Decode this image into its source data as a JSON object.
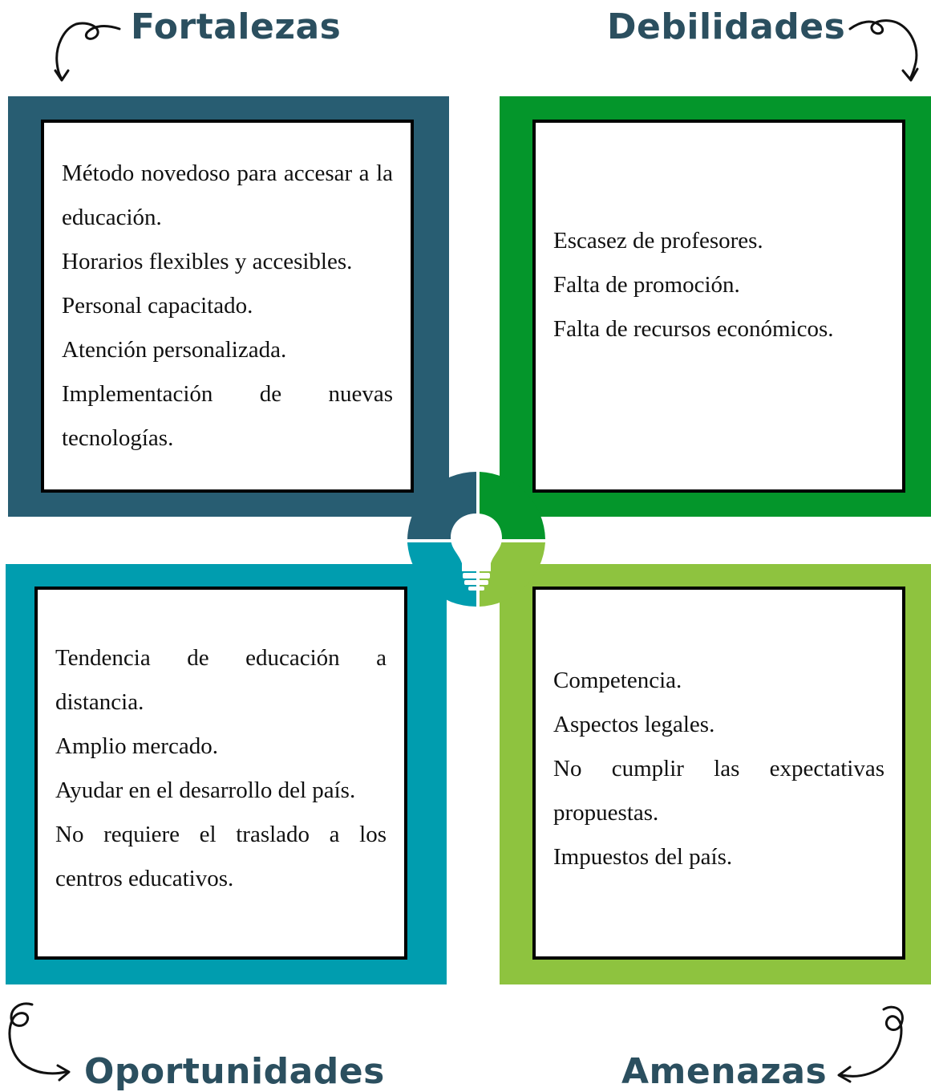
{
  "headings": {
    "fortalezas": "Fortalezas",
    "debilidades": "Debilidades",
    "oportunidades": "Oportunidades",
    "amenazas": "Amenazas"
  },
  "fortalezas": {
    "items": [
      "Método novedoso para accesar a la educación.",
      "Horarios flexibles y accesibles.",
      "Personal capacitado.",
      "Atención personalizada.",
      "Implementación de nuevas tecnologías."
    ]
  },
  "debilidades": {
    "items": [
      "Escasez de profesores.",
      "Falta de promoción.",
      "Falta de recursos económicos."
    ]
  },
  "oportunidades": {
    "items": [
      "Tendencia de educación a distancia.",
      "Amplio mercado.",
      "Ayudar en el desarrollo del país.",
      "No requiere el traslado a los centros educativos."
    ]
  },
  "amenazas": {
    "items": [
      "Competencia.",
      "Aspectos legales.",
      "No cumplir las expectativas propuestas.",
      "Impuestos del país."
    ]
  },
  "colors": {
    "fortalezas": "#285d72",
    "debilidades": "#04962b",
    "oportunidades": "#009daf",
    "amenazas": "#8ec33f",
    "heading_text": "#2b4f5f"
  },
  "center_icon": "lightbulb-icon"
}
